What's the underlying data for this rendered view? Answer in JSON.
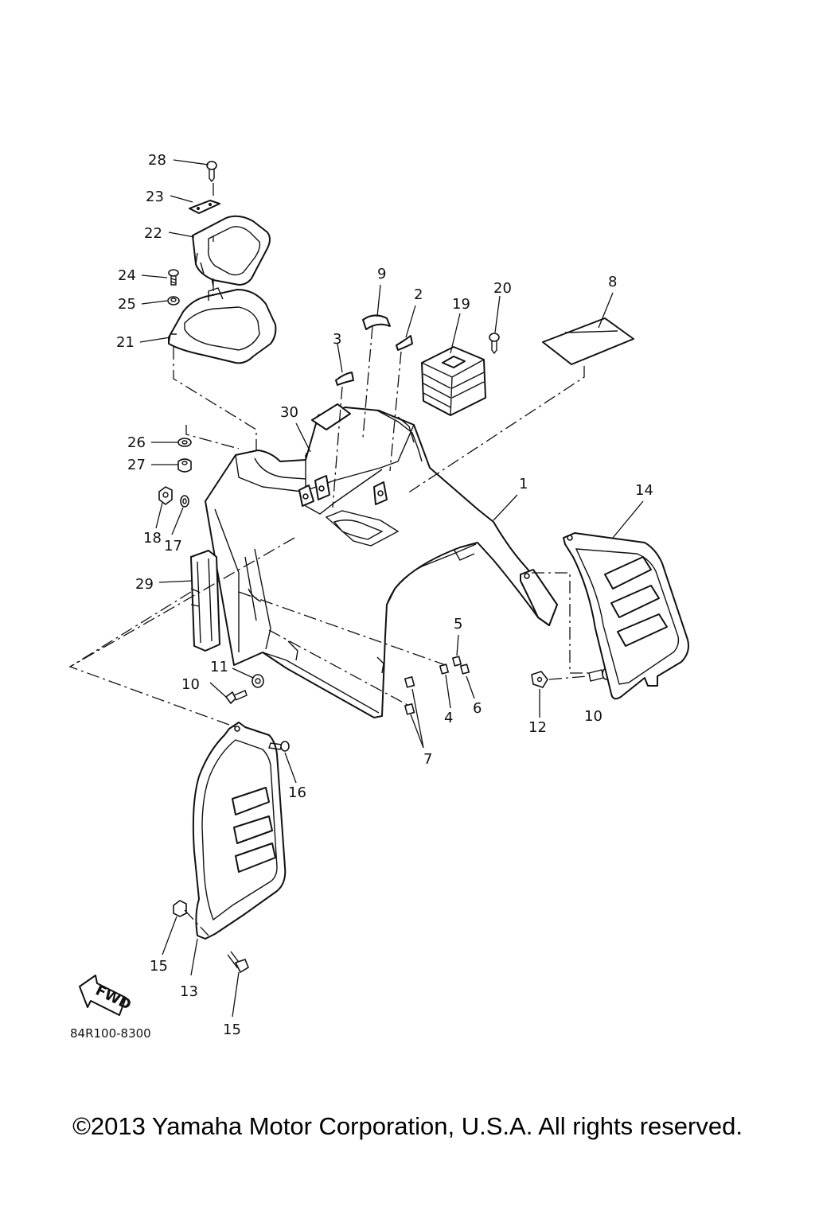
{
  "diagram": {
    "part_callouts": [
      "1",
      "2",
      "3",
      "4",
      "5",
      "6",
      "7",
      "8",
      "9",
      "10",
      "10",
      "11",
      "12",
      "13",
      "14",
      "15",
      "16",
      "17",
      "18",
      "19",
      "20",
      "21",
      "22",
      "23",
      "24",
      "25",
      "26",
      "26",
      "27",
      "28",
      "29",
      "30"
    ],
    "fwd_label": "FWD",
    "drawing_code": "84R100-8300"
  },
  "footer": {
    "copyright": "©2013 Yamaha Motor Corporation, U.S.A. All rights reserved."
  }
}
